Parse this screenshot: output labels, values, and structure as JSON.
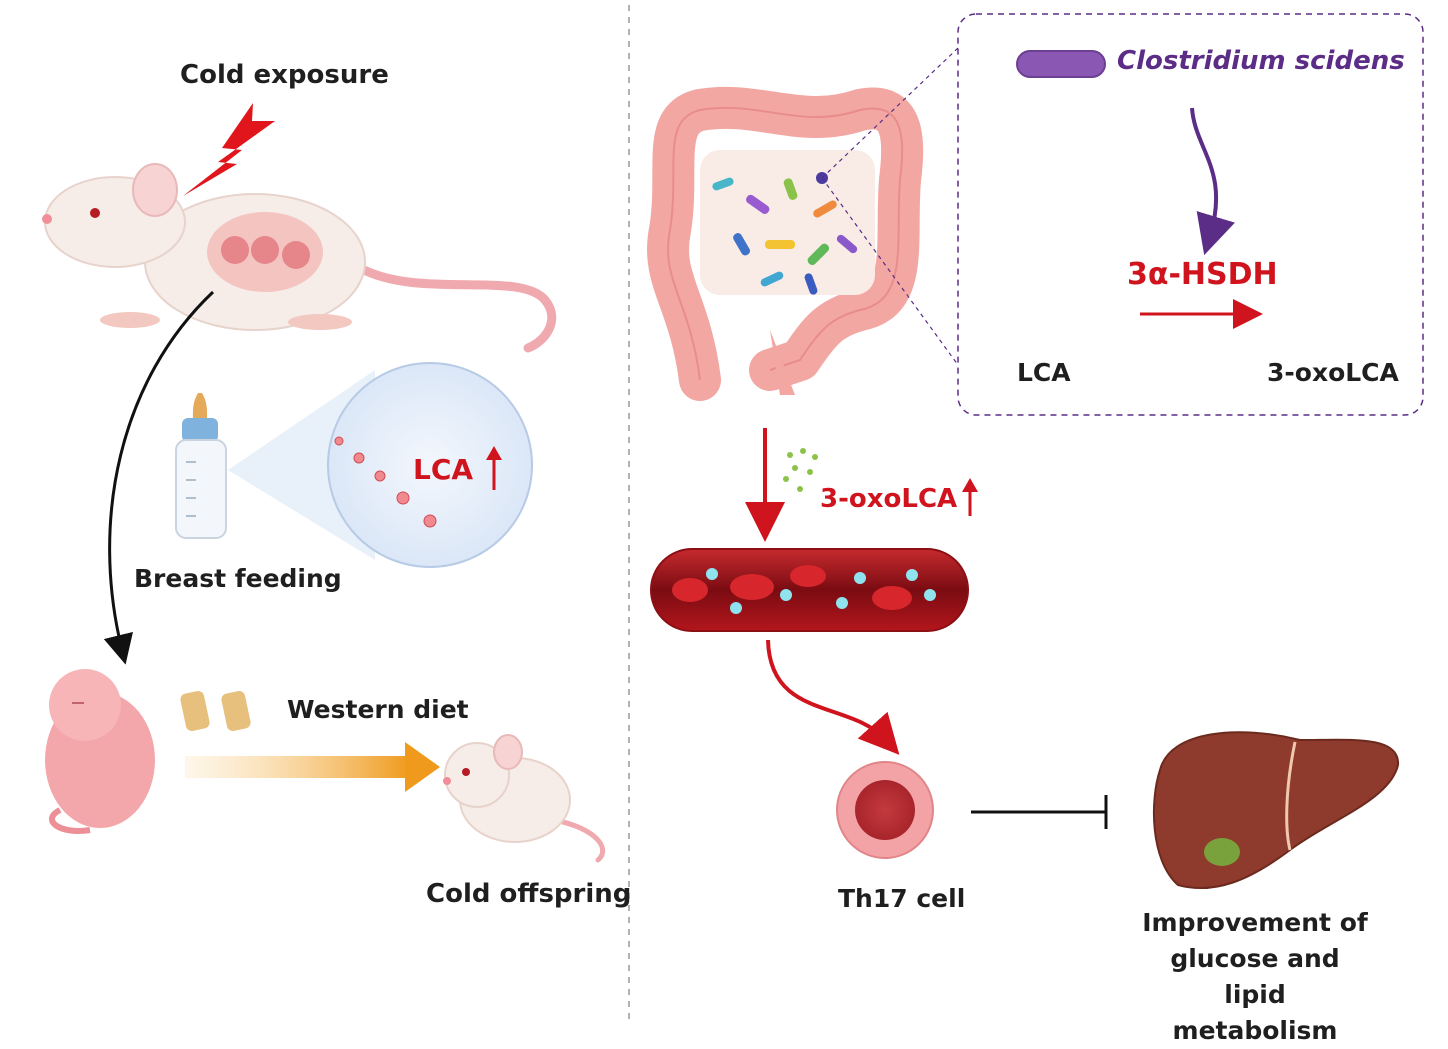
{
  "left_panel": {
    "cold_exposure": "Cold exposure",
    "breast_feeding": "Breast feeding",
    "lca_label": "LCA",
    "western_diet": "Western diet",
    "cold_offspring": "Cold offspring"
  },
  "right_panel": {
    "bacterium": "Clostridium scidens",
    "enzyme": "3α-HSDH",
    "substrate": "LCA",
    "product": "3-oxoLCA",
    "serum_metabolite": "3-oxoLCA",
    "th17": "Th17 cell",
    "outcome": "Improvement of glucose and lipid metabolism"
  },
  "colors": {
    "accent_red": "#d0141e",
    "bacterium_purple": "#5b2d86",
    "diet_arrow_orange": "#ef9a1c",
    "vessel_red": "#b3161c",
    "liver_brown": "#8e3a2c"
  },
  "icons": [
    "lightning-icon",
    "pregnant-mouse",
    "baby-bottle-icon",
    "magnifier-circle",
    "newborn-pup",
    "food-pellet-icon",
    "young-mouse",
    "colon-illustration",
    "rod-bacterium-icon",
    "blood-vessel",
    "th17-cell",
    "liver-illustration",
    "inhibition-arrow"
  ]
}
